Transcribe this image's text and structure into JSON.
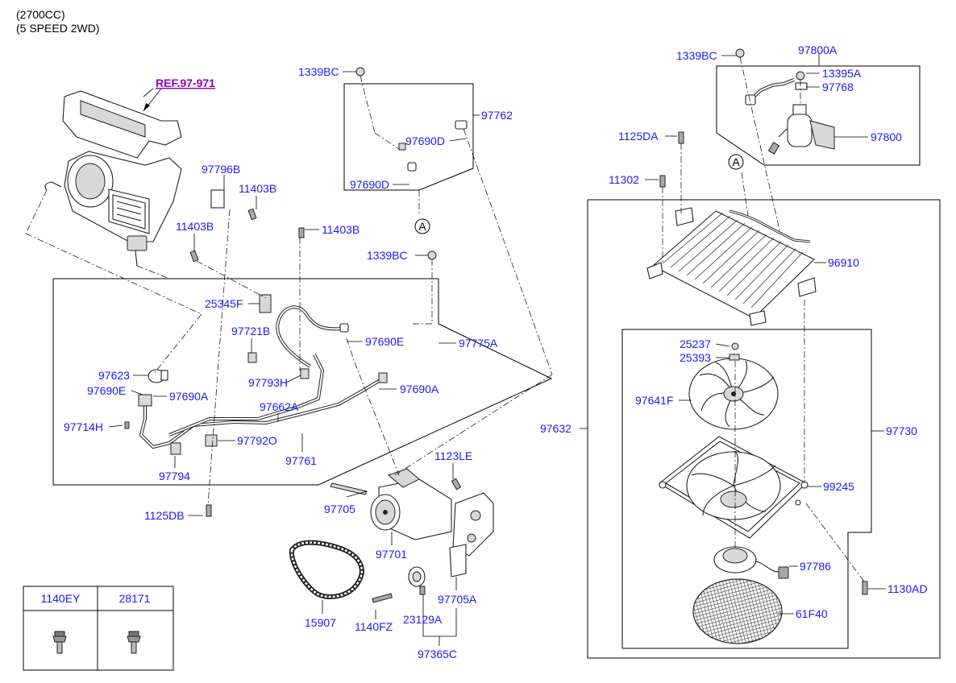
{
  "header": {
    "line1": "(2700CC)",
    "line2": "(5 SPEED 2WD)"
  },
  "reference": "REF.97-971",
  "callouts": {
    "c_97800A": "97800A",
    "c_1339BC_tr": "1339BC",
    "c_13395A": "13395A",
    "c_97768": "97768",
    "c_97800": "97800",
    "c_1125DA": "1125DA",
    "c_A_right": "A",
    "c_11302": "11302",
    "c_96910": "96910",
    "c_25237": "25237",
    "c_25393": "25393",
    "c_97641F": "97641F",
    "c_97632": "97632",
    "c_97730": "97730",
    "c_99245": "99245",
    "c_97786": "97786",
    "c_1130AD": "1130AD",
    "c_61F40": "61F40",
    "c_1339BC_top": "1339BC",
    "c_97762": "97762",
    "c_97690D_a": "97690D",
    "c_97690D_b": "97690D",
    "c_A_mid": "A",
    "c_97796B": "97796B",
    "c_11403B_a": "11403B",
    "c_11403B_b": "11403B",
    "c_11403B_c": "11403B",
    "c_1339BC_mid": "1339BC",
    "c_25345F": "25345F",
    "c_97721B": "97721B",
    "c_97690E_a": "97690E",
    "c_97775A": "97775A",
    "c_97623": "97623",
    "c_97690E_b": "97690E",
    "c_97690A_a": "97690A",
    "c_97793H": "97793H",
    "c_97690A_b": "97690A",
    "c_97662A": "97662A",
    "c_97714H": "97714H",
    "c_97792O": "97792O",
    "c_97761": "97761",
    "c_97794": "97794",
    "c_1125DB": "1125DB",
    "c_1123LE": "1123LE",
    "c_97705": "97705",
    "c_97701": "97701",
    "c_97705A": "97705A",
    "c_15907": "15907",
    "c_1140FZ": "1140FZ",
    "c_23129A": "23129A",
    "c_97365C": "97365C"
  },
  "fastener_table": {
    "col1": "1140EY",
    "col2": "28171"
  }
}
